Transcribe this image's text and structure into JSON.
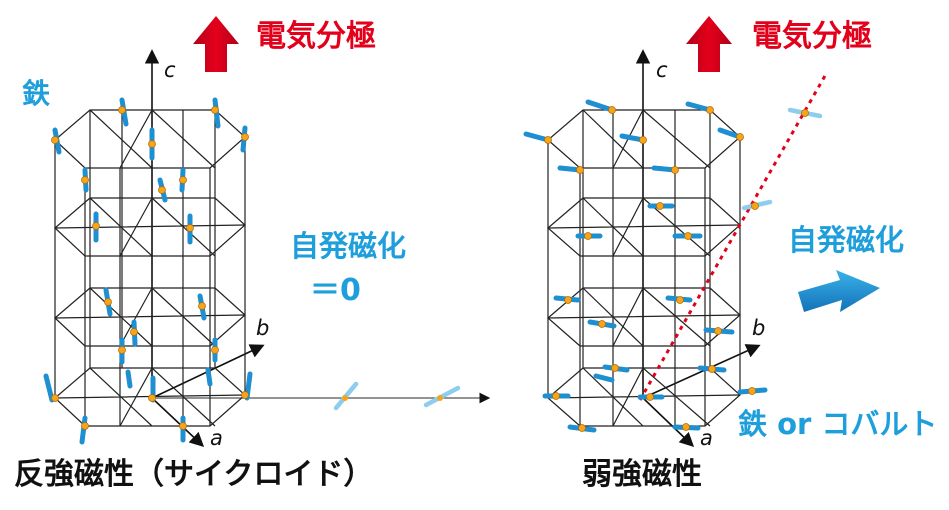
{
  "left_panel": {
    "polarization_label": "電気分極",
    "iron_label": "鉄",
    "magnetization_label": "自発磁化",
    "magnetization_value": "＝0",
    "caption": "反強磁性（サイクロイド）",
    "axes": {
      "a": "a",
      "b": "b",
      "c": "c"
    }
  },
  "right_panel": {
    "polarization_label": "電気分極",
    "magnetization_label": "自発磁化",
    "iron_cobalt_label": "鉄 or コバルト",
    "caption": "弱強磁性",
    "axes": {
      "a": "a",
      "b": "b",
      "c": "c"
    }
  },
  "colors": {
    "red_arrow": "#e3001b",
    "spin_blue": "#1e8fd0",
    "label_blue": "#1e9fdb",
    "atom_orange": "#f4a51c",
    "dashed_line": "#e3001b"
  }
}
